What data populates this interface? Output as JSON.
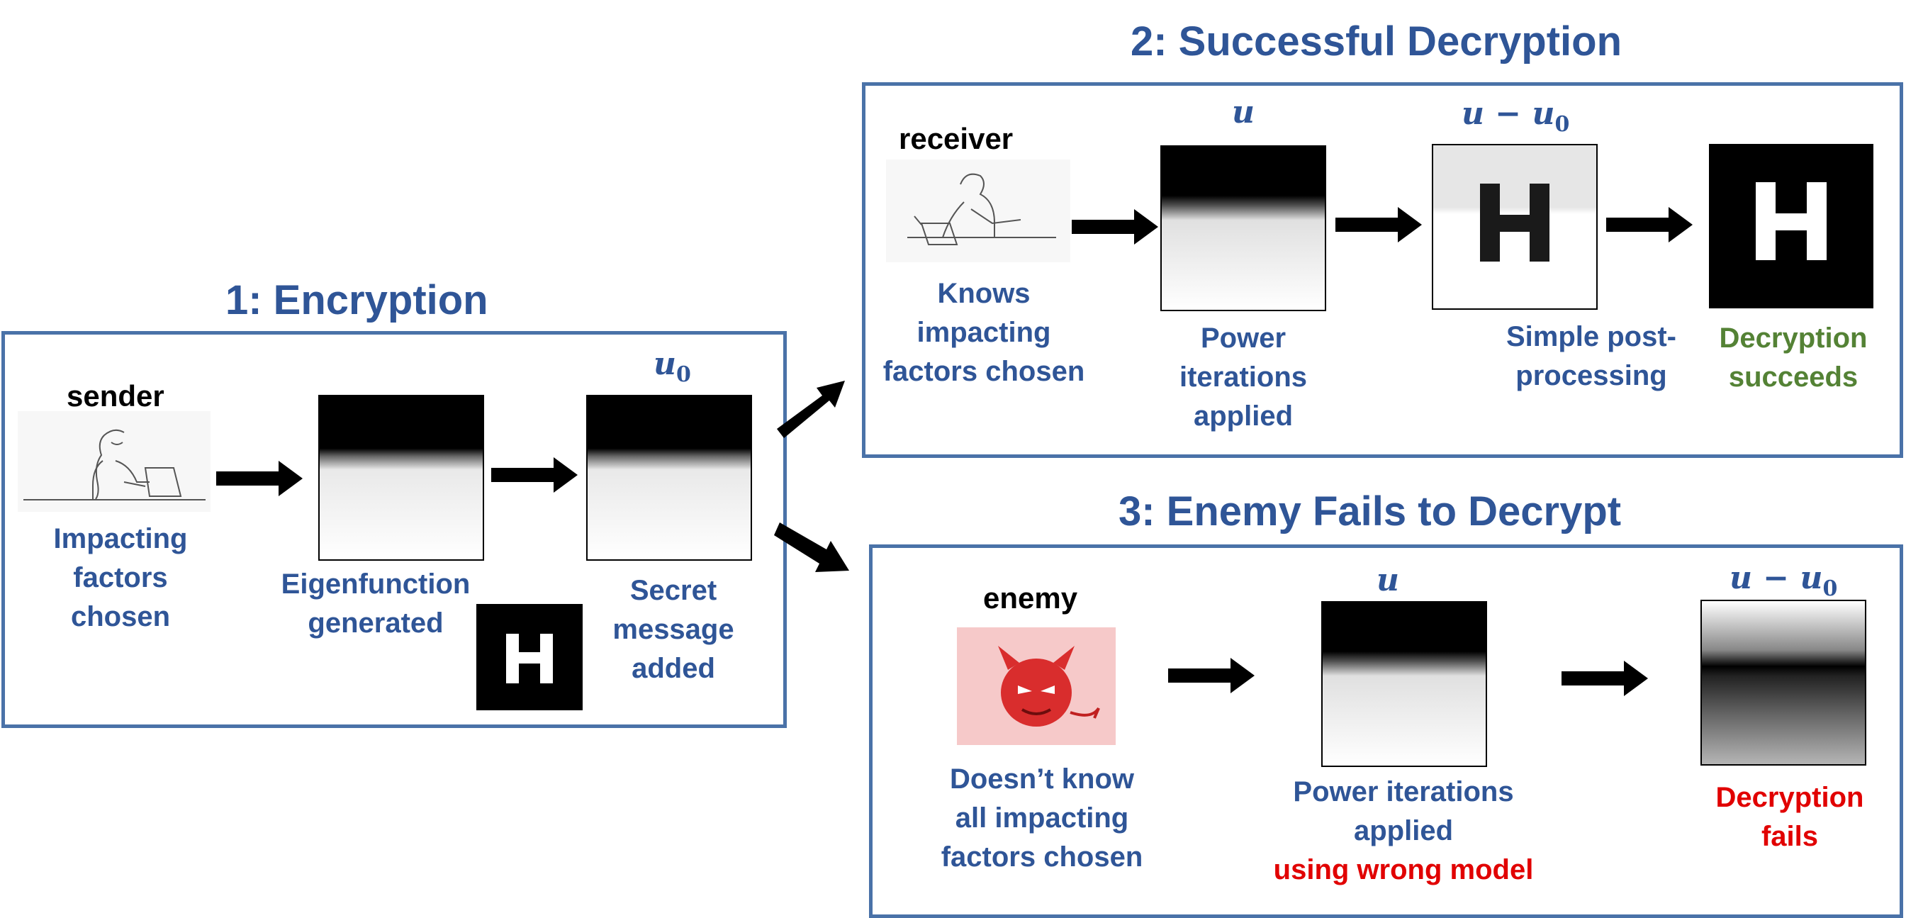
{
  "encryption": {
    "title": "1: Encryption",
    "role": "sender",
    "sender_caption": [
      "Impacting",
      "factors chosen"
    ],
    "eigen_caption": [
      "Eigenfunction",
      "generated"
    ],
    "u0_symbol": "u",
    "u0_subscript": "0",
    "secret_caption": [
      "Secret",
      "message",
      "added"
    ],
    "message_letter": "H"
  },
  "success": {
    "title": "2: Successful Decryption",
    "role": "receiver",
    "receiver_caption": [
      "Knows",
      "impacting",
      "factors chosen"
    ],
    "u_symbol": "u",
    "diff_symbol": "u − u",
    "diff_subscript": "0",
    "power_caption": [
      "Power",
      "iterations",
      "applied"
    ],
    "post_caption": [
      "Simple post-",
      "processing"
    ],
    "result_caption": [
      "Decryption",
      "succeeds"
    ],
    "message_letter": "H"
  },
  "failure": {
    "title": "3: Enemy Fails to Decrypt",
    "role": "enemy",
    "enemy_caption": [
      "Doesn’t know",
      "all impacting",
      "factors chosen"
    ],
    "u_symbol": "u",
    "diff_symbol": "u − u",
    "diff_subscript": "0",
    "power_caption": [
      "Power iterations",
      "applied"
    ],
    "wrong_model_caption": "using wrong model",
    "result_caption": [
      "Decryption",
      "fails"
    ]
  },
  "colors": {
    "title_blue": "#2f5597",
    "border_blue": "#4a72a8",
    "success_green": "#548235",
    "fail_red": "#e10000"
  }
}
